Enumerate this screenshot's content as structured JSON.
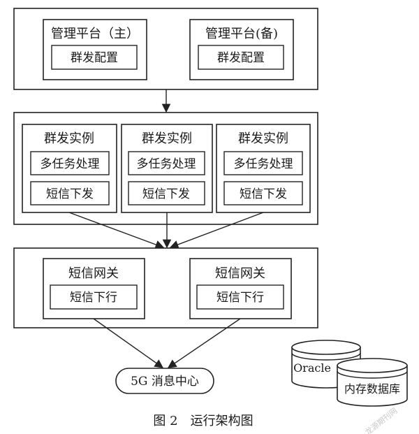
{
  "management": {
    "primary_title": "管理平台（主）",
    "backup_title": "管理平台(备)",
    "module_label": "群发配置"
  },
  "instances": [
    {
      "title": "群发实例",
      "task_label": "多任务处理",
      "sms_label": "短信下发"
    },
    {
      "title": "群发实例",
      "task_label": "多任务处理",
      "sms_label": "短信下发"
    },
    {
      "title": "群发实例",
      "task_label": "多任务处理",
      "sms_label": "短信下发"
    }
  ],
  "gateways": [
    {
      "title": "短信网关",
      "downlink_label": "短信下行"
    },
    {
      "title": "短信网关",
      "downlink_label": "短信下行"
    }
  ],
  "message_center": "5G 消息中心",
  "databases": {
    "oracle": "Oracle",
    "memory_db": "内存数据库"
  },
  "caption": "图 2　运行架构图",
  "watermark": "龙源期刊网"
}
